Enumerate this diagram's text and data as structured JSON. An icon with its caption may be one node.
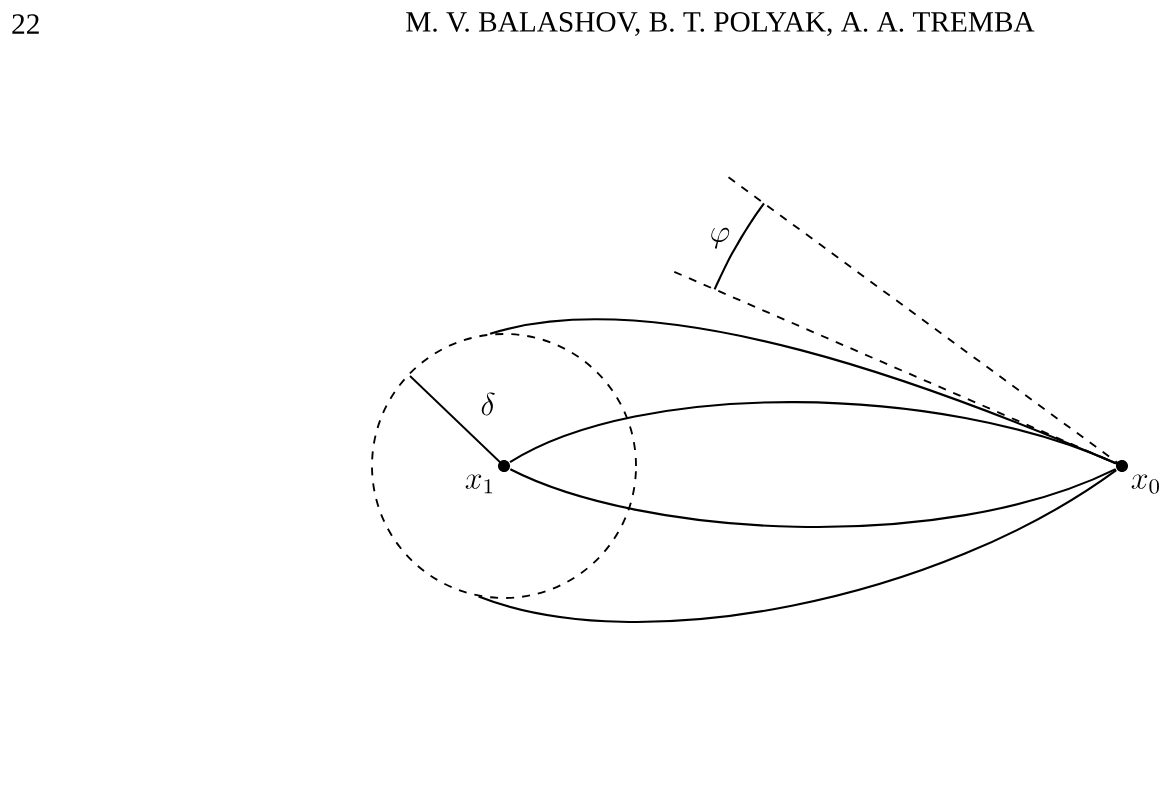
{
  "diagram": {
    "nodes": [
      {
        "text": [],
        "shape": "circle"
      },
      {
        "text": [
          "x_1"
        ],
        "in": 0
      },
      {
        "text": [
          "x_0"
        ]
      }
    ],
    "edges": [
      {
        "from": 0,
        "to": 2,
        "arrow": "none"
      },
      {
        "from": 1,
        "to": 2,
        "arrow": "none"
      },
      {
        "from": 1,
        "to": 2,
        "arrow": "none"
      },
      {
        "from": 0,
        "to": 2,
        "arrow": "none"
      }
    ],
    "labels": [
      "22",
      "M. V. BALASHOV, B. T. POLYAK, A. A. TREMBA",
      "\\varphi",
      "\\delta"
    ]
  }
}
